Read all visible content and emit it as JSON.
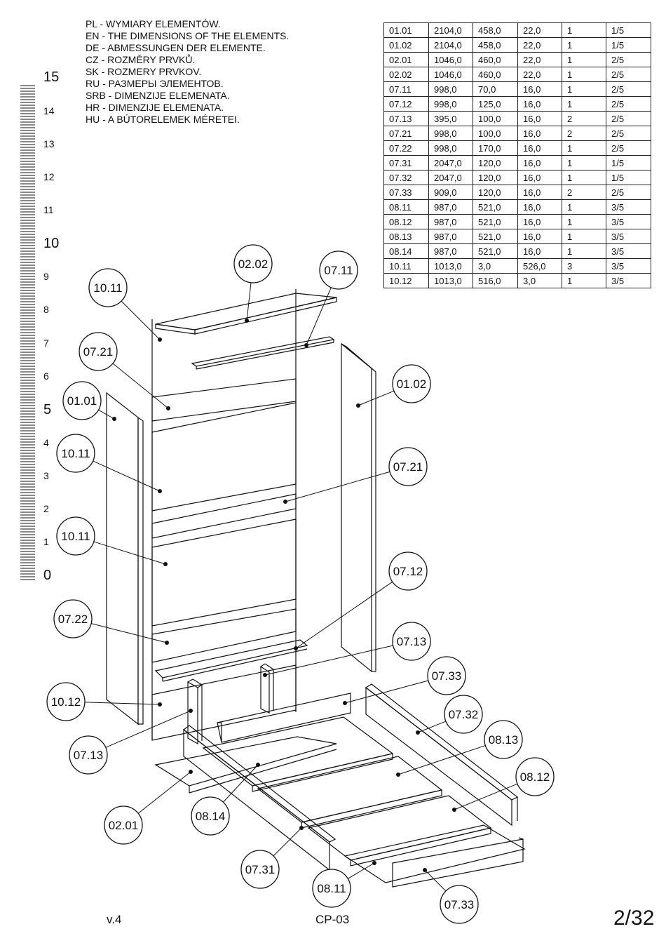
{
  "language_lines": [
    "PL - WYMIARY ELEMENTÓW.",
    "EN - THE DIMENSIONS OF THE ELEMENTS.",
    "DE - ABMESSUNGEN DER ELEMENTE.",
    "CZ - ROZMĚRY PRVKŮ.",
    "SK - ROZMERY PRVKOV.",
    "RU - РАЗМЕРЫ ЭЛЕМЕНТОВ.",
    "SRB - DIMENZIJE ELEMENATA.",
    "HR - DIMENZIJE ELEMENATA.",
    "HU - A BÚTORELEMEK MÉRETEI."
  ],
  "table_rows": [
    [
      "01.01",
      "2104,0",
      "458,0",
      "22,0",
      "1",
      "1/5"
    ],
    [
      "01.02",
      "2104,0",
      "458,0",
      "22,0",
      "1",
      "1/5"
    ],
    [
      "02.01",
      "1046,0",
      "460,0",
      "22,0",
      "1",
      "2/5"
    ],
    [
      "02.02",
      "1046,0",
      "460,0",
      "22,0",
      "1",
      "2/5"
    ],
    [
      "07.11",
      "998,0",
      "70,0",
      "16,0",
      "1",
      "2/5"
    ],
    [
      "07.12",
      "998,0",
      "125,0",
      "16,0",
      "1",
      "2/5"
    ],
    [
      "07.13",
      "395,0",
      "100,0",
      "16,0",
      "2",
      "2/5"
    ],
    [
      "07.21",
      "998,0",
      "100,0",
      "16,0",
      "2",
      "2/5"
    ],
    [
      "07.22",
      "998,0",
      "170,0",
      "16,0",
      "1",
      "2/5"
    ],
    [
      "07.31",
      "2047,0",
      "120,0",
      "16,0",
      "1",
      "1/5"
    ],
    [
      "07.32",
      "2047,0",
      "120,0",
      "16,0",
      "1",
      "1/5"
    ],
    [
      "07.33",
      "909,0",
      "120,0",
      "16,0",
      "2",
      "2/5"
    ],
    [
      "08.11",
      "987,0",
      "521,0",
      "16,0",
      "1",
      "3/5"
    ],
    [
      "08.12",
      "987,0",
      "521,0",
      "16,0",
      "1",
      "3/5"
    ],
    [
      "08.13",
      "987,0",
      "521,0",
      "16,0",
      "1",
      "3/5"
    ],
    [
      "08.14",
      "987,0",
      "521,0",
      "16,0",
      "1",
      "3/5"
    ],
    [
      "10.11",
      "1013,0",
      "3,0",
      "526,0",
      "3",
      "3/5"
    ],
    [
      "10.12",
      "1013,0",
      "516,0",
      "3,0",
      "1",
      "3/5"
    ]
  ],
  "ruler_numbers": [
    "15",
    "14",
    "13",
    "12",
    "11",
    "10",
    "9",
    "8",
    "7",
    "6",
    "5",
    "4",
    "3",
    "2",
    "1",
    "0"
  ],
  "callouts": [
    "10.11",
    "02.02",
    "07.11",
    "07.21",
    "01.01",
    "01.02",
    "10.11",
    "07.21",
    "10.11",
    "07.12",
    "07.22",
    "07.13",
    "07.33",
    "10.12",
    "07.32",
    "07.13",
    "08.13",
    "08.12",
    "02.01",
    "08.14",
    "07.31",
    "08.11",
    "07.33"
  ],
  "footer": {
    "version": "v.4",
    "code": "CP-03",
    "page": "2/32"
  }
}
